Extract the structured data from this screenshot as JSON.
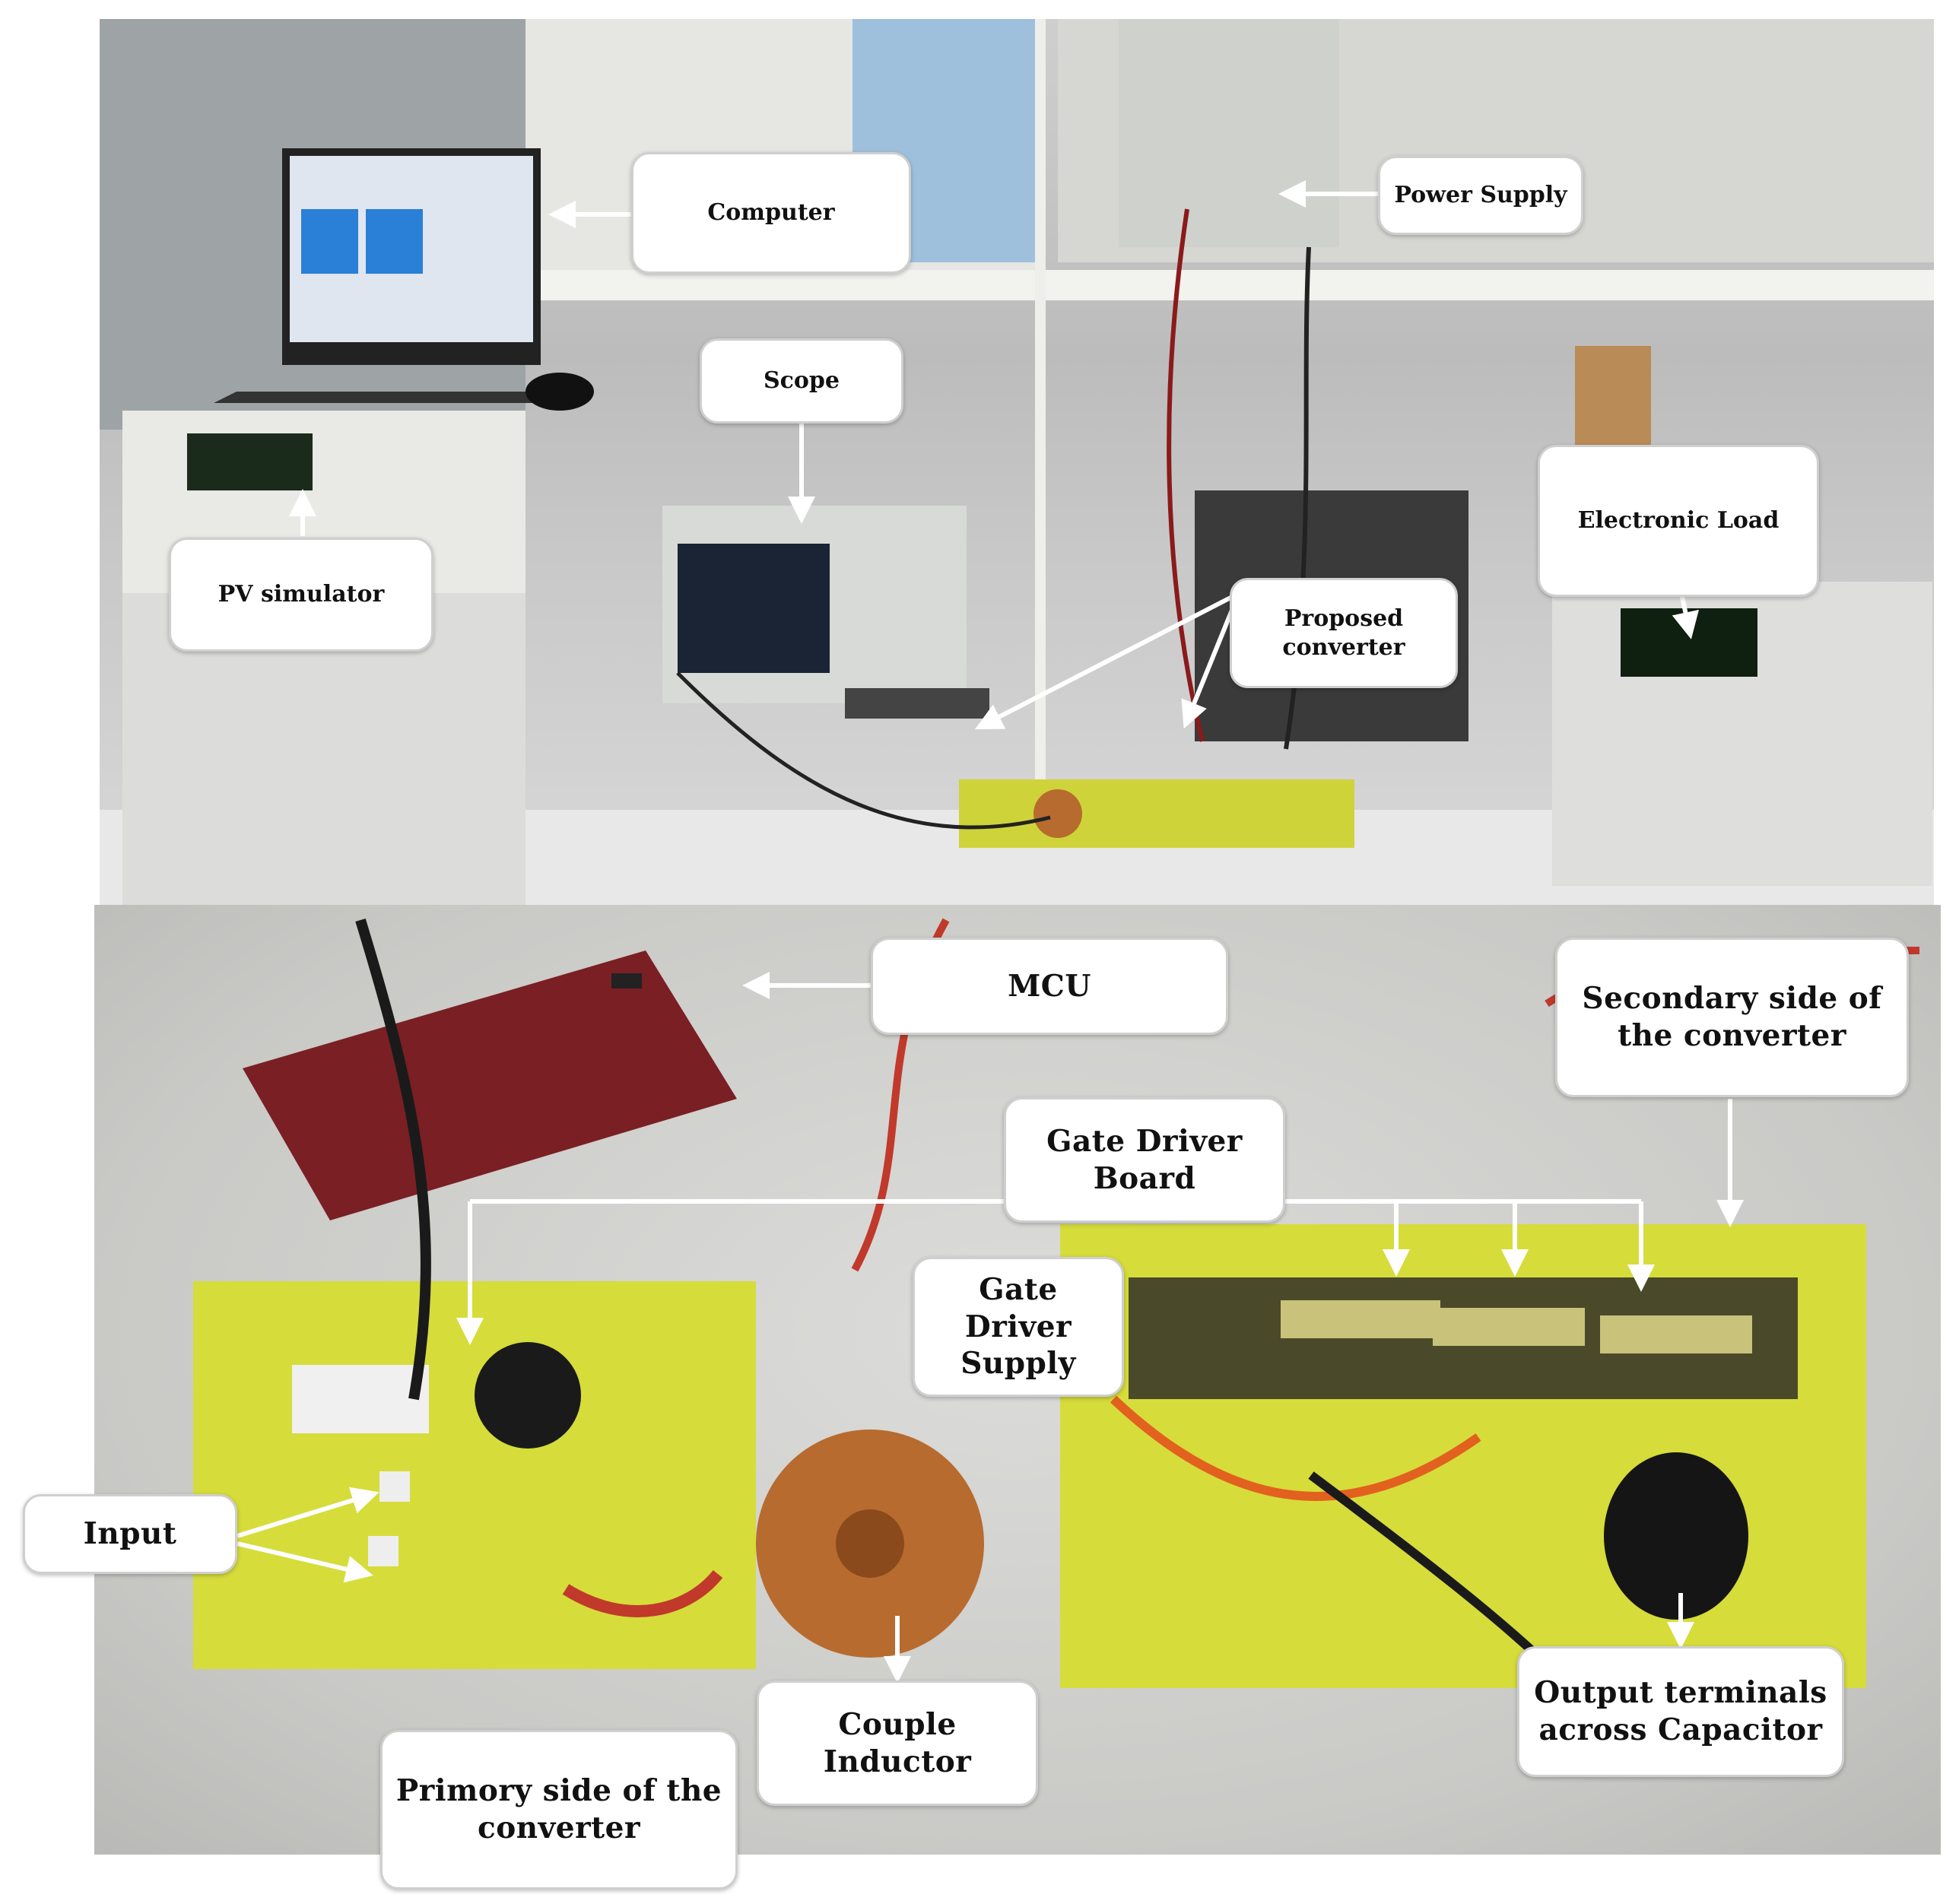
{
  "labels": {
    "computer": "Computer",
    "power_supply": "Power Supply",
    "scope": "Scope",
    "electronic_load": "Electronic Load",
    "pv_simulator": "PV simulator",
    "proposed_converter": "Proposed converter",
    "mcu": "MCU",
    "secondary_side": "Secondary side of the converter",
    "gate_driver_board": "Gate Driver Board",
    "gate_driver_supply": "Gate Driver Supply",
    "input": "Input",
    "couple_inductor": "Couple Inductor",
    "output_terminals": "Output terminals across Capacitor",
    "primary_side": "Primory side of the converter"
  },
  "colors": {
    "arrow": "#ffffff",
    "pcb": "#d6dc3a",
    "mcu_board": "#7a1f24",
    "copper": "#b86b2e"
  }
}
